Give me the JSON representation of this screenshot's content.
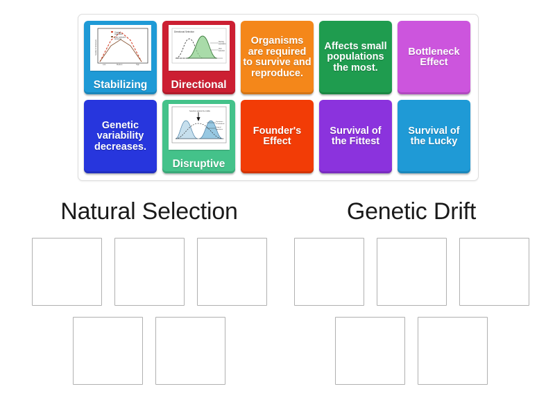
{
  "activity": {
    "type": "group-sort",
    "tray": {
      "tiles": [
        {
          "id": "stabilizing",
          "label": "Stabilizing",
          "color": "#1f9ad6",
          "has_image": true,
          "image_name": "stabilizing-selection-graph",
          "image_caption": "Stabilizing selection bell curves"
        },
        {
          "id": "directional",
          "label": "Directional",
          "color": "#cc1f32",
          "has_image": true,
          "image_name": "directional-selection-graph",
          "image_caption": "Directional Selection"
        },
        {
          "id": "organisms-required",
          "label": "Organisms are required to survive and reproduce.",
          "color": "#f4871a",
          "has_image": false
        },
        {
          "id": "affects-small-populations",
          "label": "Affects small populations the most.",
          "color": "#1f9c4f",
          "has_image": false
        },
        {
          "id": "bottleneck-effect",
          "label": "Bottleneck Effect",
          "color": "#cc55dd",
          "has_image": false
        },
        {
          "id": "genetic-variability-decreases",
          "label": "Genetic variability decreases.",
          "color": "#2736dd",
          "has_image": false
        },
        {
          "id": "disruptive",
          "label": "Disruptive",
          "color": "#44c28a",
          "has_image": true,
          "image_name": "disruptive-selection-graph",
          "image_caption": "Disruptive selection bimodal curve"
        },
        {
          "id": "founders-effect",
          "label": "Founder's Effect",
          "color": "#f23c06",
          "has_image": false
        },
        {
          "id": "survival-of-the-fittest",
          "label": "Survival of the Fittest",
          "color": "#8b33dd",
          "has_image": false
        },
        {
          "id": "survival-of-the-lucky",
          "label": "Survival of the Lucky",
          "color": "#1f9ad6",
          "has_image": false
        }
      ]
    },
    "categories": [
      {
        "id": "natural-selection",
        "title": "Natural Selection",
        "slot_rows": [
          3,
          2
        ],
        "slots_total": 5,
        "slots_filled": 0
      },
      {
        "id": "genetic-drift",
        "title": "Genetic Drift",
        "slot_rows": [
          3,
          2
        ],
        "slots_total": 5,
        "slots_filled": 0
      }
    ],
    "colors": {
      "page_background": "#ffffff",
      "tray_border": "#dcdcdc",
      "slot_border": "#b0b0b0",
      "title_text": "#1a1a1a",
      "tile_text": "#ffffff"
    }
  }
}
